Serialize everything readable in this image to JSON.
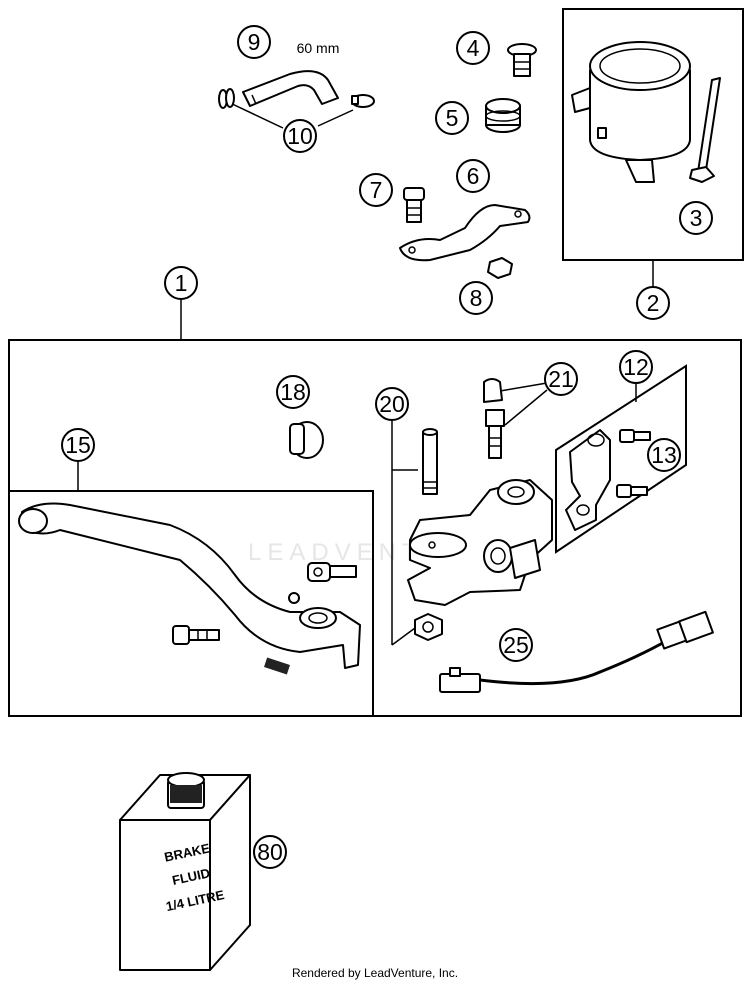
{
  "callouts": {
    "c1": "1",
    "c2": "2",
    "c3": "3",
    "c4": "4",
    "c5": "5",
    "c6": "6",
    "c7": "7",
    "c8": "8",
    "c9": "9",
    "c10": "10",
    "c12": "12",
    "c13": "13",
    "c15": "15",
    "c18": "18",
    "c20": "20",
    "c21": "21",
    "c25": "25",
    "c80": "80"
  },
  "hose_length_label": "60 mm",
  "bottle_label": {
    "line1": "BRAKE",
    "line2": "FLUID",
    "line3": "1/4 LITRE"
  },
  "watermark": "LEADVENTURE",
  "footer": "Rendered by LeadVenture, Inc."
}
